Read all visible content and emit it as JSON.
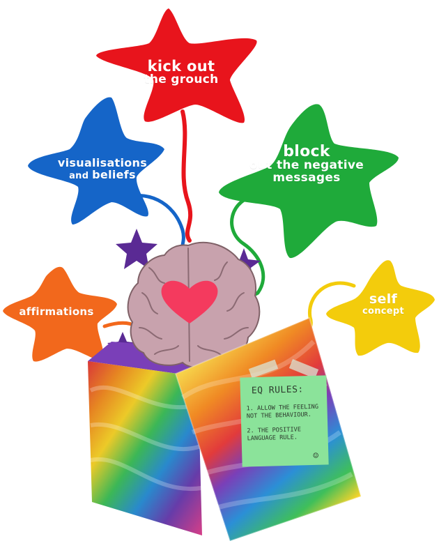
{
  "stars": {
    "grouch": {
      "line1": "kick out",
      "line2": "the grouch",
      "color": "#e8141c"
    },
    "visual": {
      "line1": "visualisations",
      "line2a": "and ",
      "line2b": "beliefs",
      "color": "#1565c8"
    },
    "block": {
      "line1": "block",
      "line2": "out the negative",
      "line3": "messages",
      "color": "#1faa3a"
    },
    "affirm": {
      "line1": "affirmations",
      "color": "#f2681c"
    },
    "self": {
      "line1": "self",
      "line2": "concept",
      "color": "#f3cc0c"
    }
  },
  "note": {
    "title": "EQ RULES:",
    "rule1": "1. ALLOW THE FEELING NOT THE BEHAVIOUR.",
    "rule2": "2. THE POSITIVE LANGUAGE RULE.",
    "smile": "☺"
  },
  "colors": {
    "brain": "#c8a2ad",
    "heart": "#f43a5e",
    "note": "#8be39a",
    "purple_star": "#5a2a94"
  }
}
